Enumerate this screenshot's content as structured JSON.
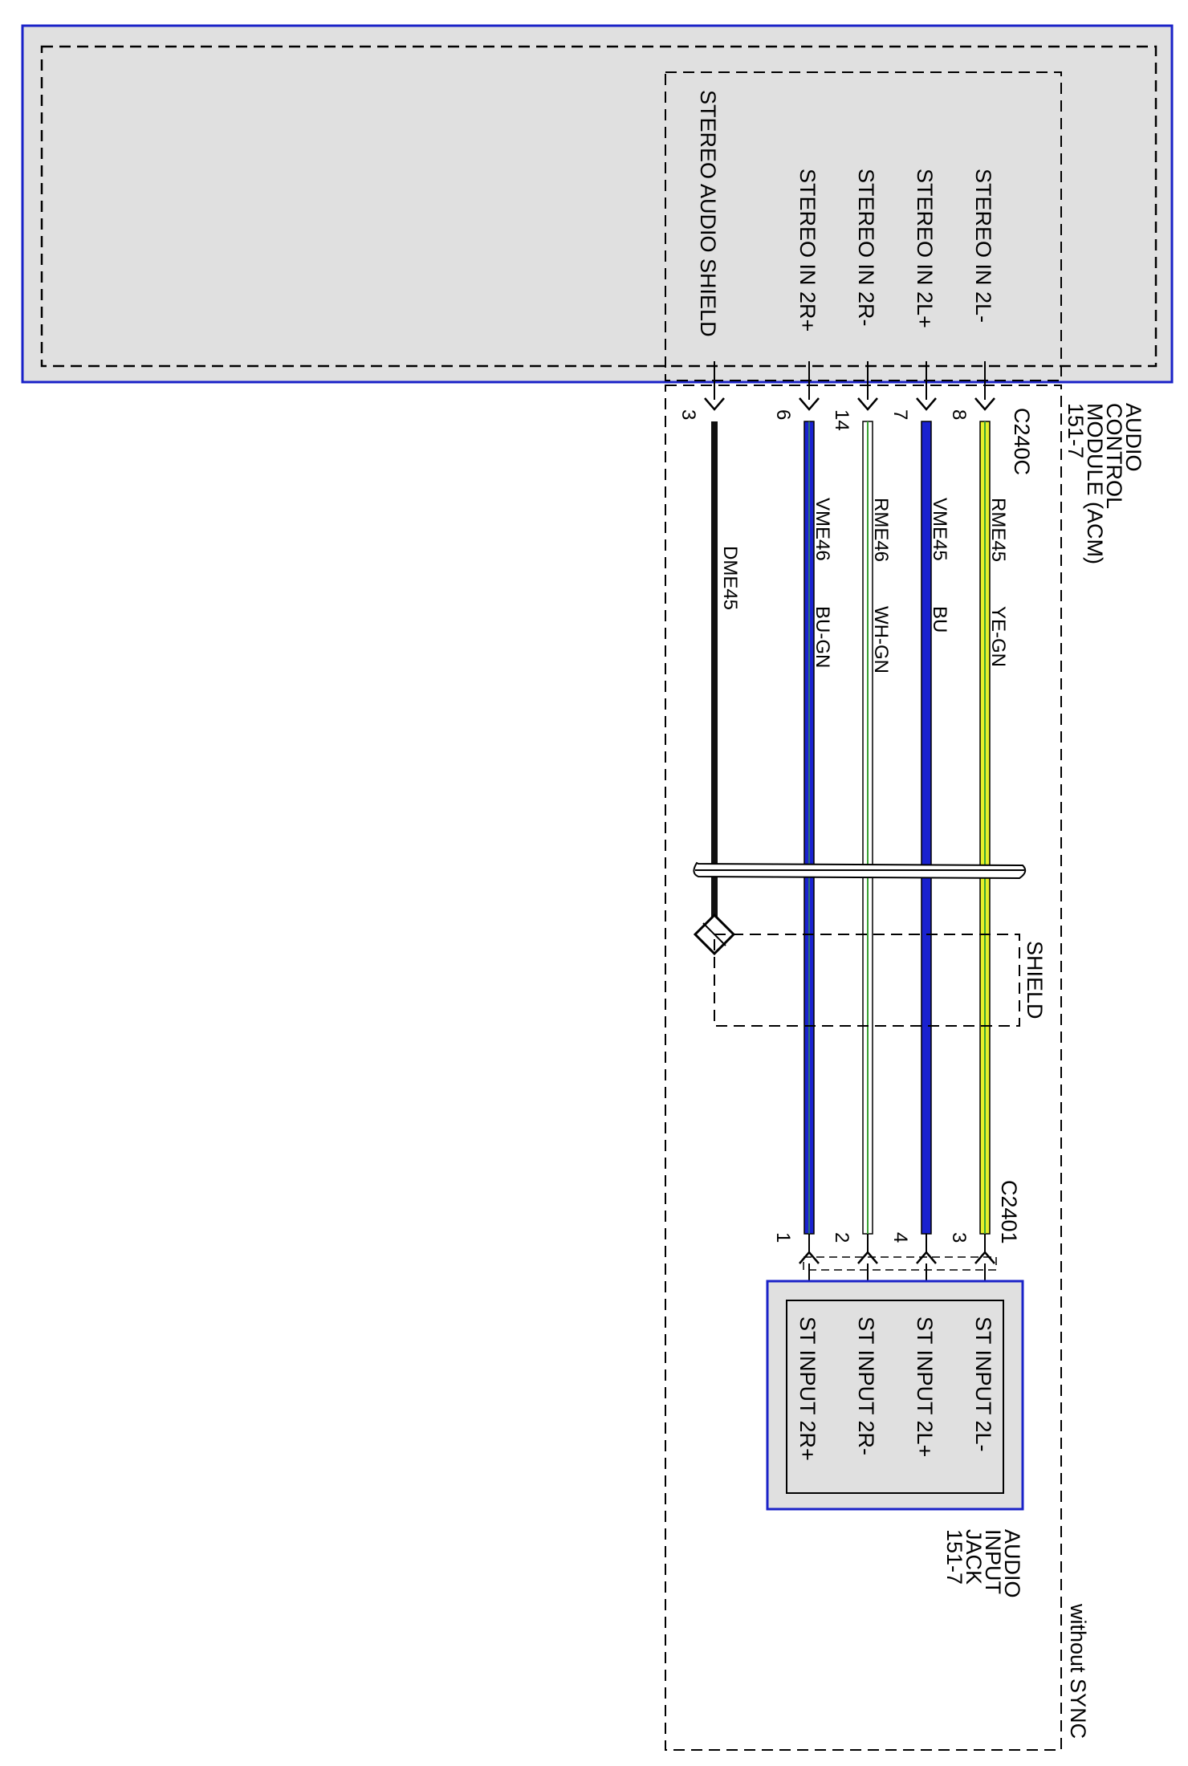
{
  "modules": {
    "acm": {
      "name_lines": [
        "AUDIO",
        "CONTROL",
        "MODULE (ACM)",
        "151-7"
      ],
      "fill_color": "#e0e0e0",
      "border_color": "#1a22c8"
    },
    "jack": {
      "name_lines": [
        "AUDIO",
        "INPUT",
        "JACK",
        "151-7"
      ]
    }
  },
  "connectors": {
    "acm_connector": "C240C",
    "jack_connector": "C2401"
  },
  "option_label": "without SYNC",
  "shield_label": "SHIELD",
  "circuits": [
    {
      "acm_pin_name": "STEREO IN 2L-",
      "acm_pin": "8",
      "circuit": "RME45",
      "color": "YE-GN",
      "jack_pin": "3",
      "jack_pin_name": "ST INPUT 2L-",
      "wire_color": "#e6ee2a",
      "stripe_color": "#3aa335"
    },
    {
      "acm_pin_name": "STEREO IN 2L+",
      "acm_pin": "7",
      "circuit": "VME45",
      "color": "BU",
      "jack_pin": "4",
      "jack_pin_name": "ST INPUT 2L+",
      "wire_color": "#1a22d0",
      "stripe_color": "#1a22d0"
    },
    {
      "acm_pin_name": "STEREO IN 2R-",
      "acm_pin": "14",
      "circuit": "RME46",
      "color": "WH-GN",
      "jack_pin": "2",
      "jack_pin_name": "ST INPUT 2R-",
      "wire_color": "#ffffff",
      "stripe_color": "#3aa335"
    },
    {
      "acm_pin_name": "STEREO IN 2R+",
      "acm_pin": "6",
      "circuit": "VME46",
      "color": "BU-GN",
      "jack_pin": "1",
      "jack_pin_name": "ST INPUT 2R+",
      "wire_color": "#1a22d0",
      "stripe_color": "#3aa335"
    }
  ],
  "shield_circuit": {
    "acm_pin_name": "STEREO AUDIO SHIELD",
    "acm_pin": "3",
    "circuit": "DME45"
  }
}
